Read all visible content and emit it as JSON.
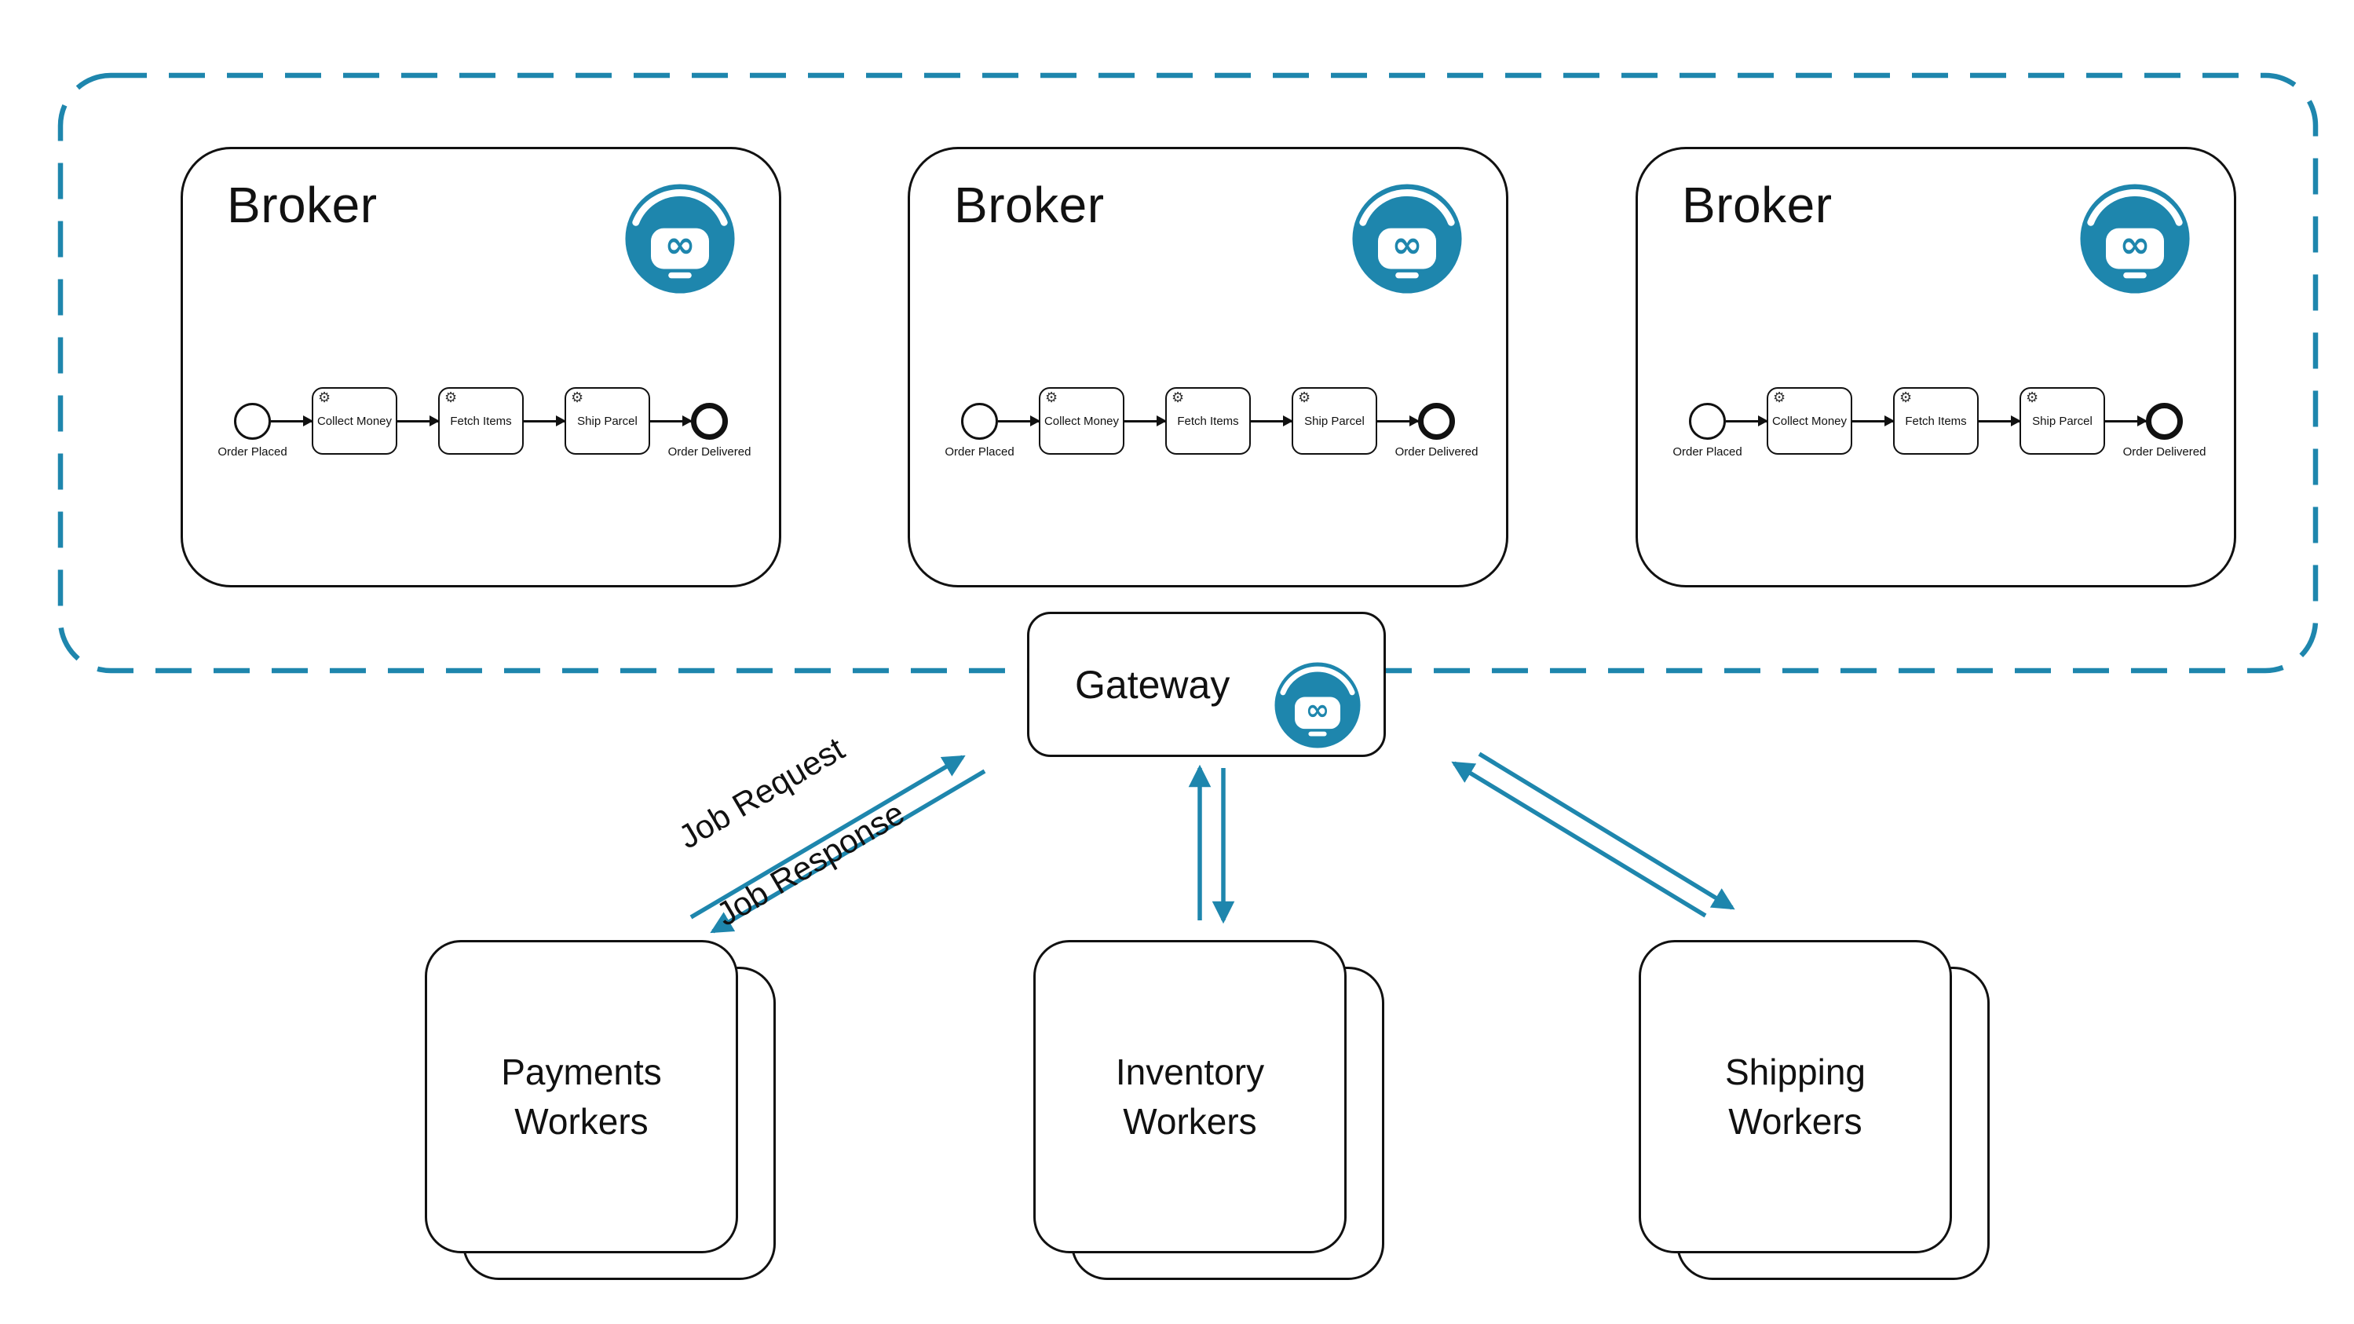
{
  "colors": {
    "accent": "#1e86ad",
    "line": "#111111"
  },
  "icons": {
    "robot": "zeebe-robot-icon",
    "service_task_gear": "⚙"
  },
  "cluster": {
    "brokers": [
      {
        "title": "Broker"
      },
      {
        "title": "Broker"
      },
      {
        "title": "Broker"
      }
    ]
  },
  "process": {
    "start_label": "Order Placed",
    "tasks": [
      "Collect Money",
      "Fetch Items",
      "Ship Parcel"
    ],
    "end_label": "Order Delivered"
  },
  "gateway": {
    "label": "Gateway"
  },
  "arrows": {
    "request_label": "Job Request",
    "response_label": "Job Response"
  },
  "workers": [
    {
      "label": "Payments Workers"
    },
    {
      "label": "Inventory Workers"
    },
    {
      "label": "Shipping Workers"
    }
  ]
}
